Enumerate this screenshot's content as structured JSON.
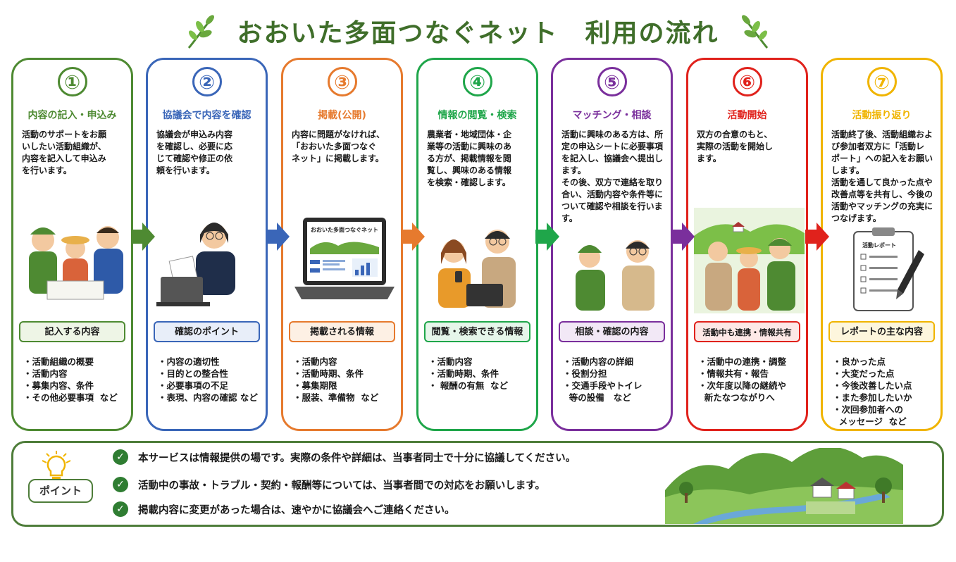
{
  "header": {
    "title": "おおいた多面つなぐネット　利用の流れ"
  },
  "colors": {
    "step1": "#4e8a32",
    "step2": "#3a66b8",
    "step3": "#e67a2e",
    "step4": "#1fa64a",
    "step5": "#7a2f9c",
    "step6": "#e0221c",
    "step7": "#f0b400",
    "header_green": "#3f6e2a"
  },
  "steps": [
    {
      "number": "①",
      "title": "内容の記入・申込み",
      "description": "活動のサポートをお願\nいしたい活動組織が、\n内容を記入して申込み\nを行います。",
      "label": "記入する内容",
      "items": [
        "・活動組織の概要",
        "・活動内容",
        "・募集内容、条件",
        "・その他必要事項  など"
      ]
    },
    {
      "number": "②",
      "title": "協議会で内容を確認",
      "description": "協議会が申込み内容\nを確認し、必要に応\nじて確認や修正の依\n頼を行います。",
      "label": "確認のポイント",
      "items": [
        "・内容の適切性",
        "・目的との整合性",
        "・必要事項の不足",
        "・表現、内容の確認 など"
      ]
    },
    {
      "number": "③",
      "title": "掲載(公開)",
      "description": "内容に問題がなければ、\n「おおいた多面つなぐ\nネット」に掲載します。",
      "label": "掲載される情報",
      "items": [
        "・活動内容",
        "・活動時期、条件",
        "・募集期限",
        "・服装、準備物  など"
      ]
    },
    {
      "number": "④",
      "title": "情報の閲覧・検索",
      "description": "農業者・地域団体・企\n業等の活動に興味のあ\nる方が、掲載情報を閲\n覧し、興味のある情報\nを検索・確認します。",
      "label": "閲覧・検索できる情報",
      "items": [
        "・活動内容",
        "・活動時期、条件",
        "・ 報酬の有無  など"
      ]
    },
    {
      "number": "⑤",
      "title": "マッチング・相談",
      "description": "活動に興味のある方は、所\n定の申込シートに必要事項\nを記入し、協議会へ提出し\nます。\nその後、双方で連絡を取り\n合い、活動内容や条件等に\nついて確認や相談を行いま\nす。",
      "label": "相談・確認の内容",
      "items": [
        "・活動内容の詳細",
        "・役割分担",
        "・交通手段やトイレ",
        "  等の設備   など"
      ]
    },
    {
      "number": "⑥",
      "title": "活動開始",
      "description": "双方の合意のもと、\n実際の活動を開始し\nます。",
      "label": "活動中も連携・情報共有",
      "items": [
        "・活動中の連携・調整",
        "・情報共有・報告",
        "・次年度以降の継続や",
        "  新たなつながりへ"
      ]
    },
    {
      "number": "⑦",
      "title": "活動振り返り",
      "description": "活動終了後、活動組織およ\nび参加者双方に「活動レ\nポート」への記入をお願い\nします。\n活動を通して良かった点や\n改善点等を共有し、今後の\n活動やマッチングの充実に\nつなげます。",
      "label": "レポートの主な内容",
      "items": [
        "・良かった点",
        "・大変だった点",
        "・今後改善したい点",
        "・また参加したいか",
        "・次回参加者への",
        "  メッセージ  など"
      ]
    }
  ],
  "illustration_text": {
    "laptop_screen": "おおいた多面つなぐネット",
    "report_sheet": "活動レポート"
  },
  "points": {
    "badge": "ポイント",
    "notes": [
      "本サービスは情報提供の場です。実際の条件や詳細は、当事者同士で十分に協議してください。",
      "活動中の事故・トラブル・契約・報酬等については、当事者間での対応をお願いします。",
      "掲載内容に変更があった場合は、速やかに協議会へご連絡ください。"
    ]
  }
}
